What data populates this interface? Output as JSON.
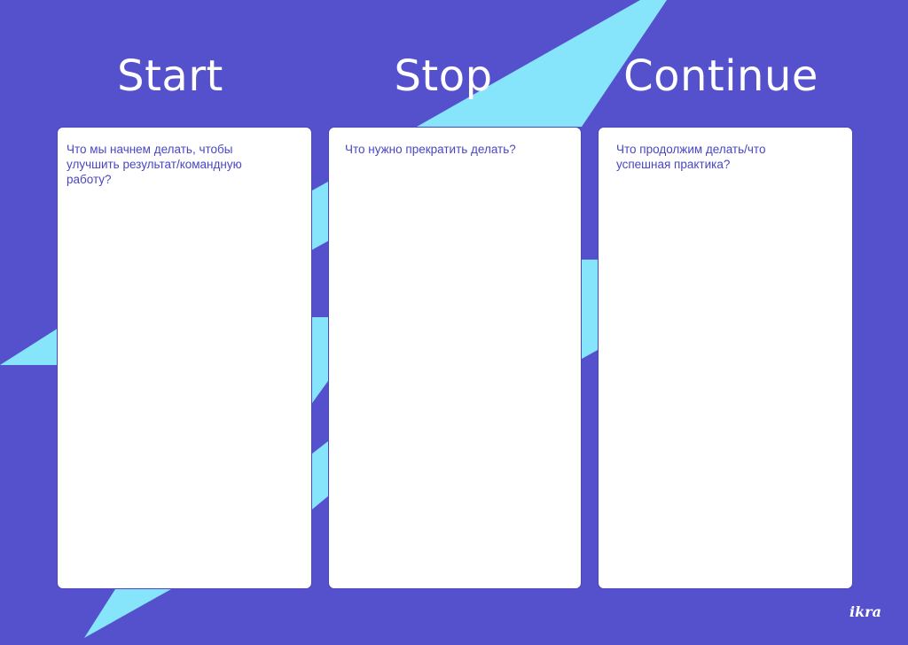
{
  "colors": {
    "background": "#5551cc",
    "accent": "#86e5fb",
    "card": "#ffffff",
    "text": "#4a46c2"
  },
  "columns": [
    {
      "title": "Start",
      "prompt": "Что мы начнем делать, чтобы улучшить результат/командную работу?"
    },
    {
      "title": "Stop",
      "prompt": "Что нужно прекратить делать?"
    },
    {
      "title": "Continue",
      "prompt": "Что продолжим делать/что успешная практика?"
    }
  ],
  "brand": {
    "logo_text": "ikra"
  }
}
